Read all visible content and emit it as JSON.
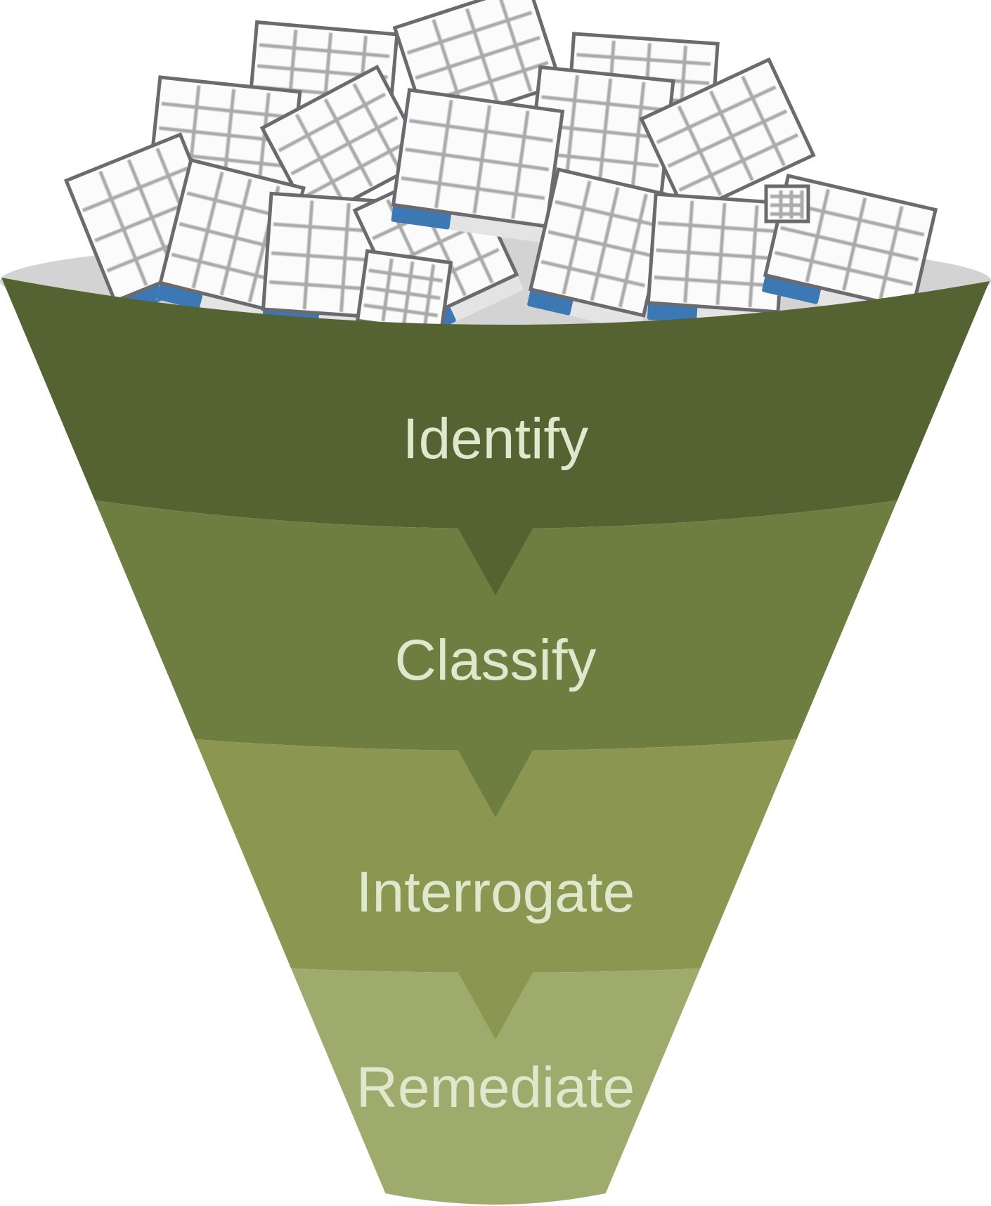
{
  "diagram": {
    "type": "funnel",
    "input_items": {
      "icon": "spreadsheet-icon",
      "count": 17,
      "colors": {
        "sheet_fill": "#fbfbfb",
        "sheet_border": "#6b6b6f",
        "grid_lines": "#aaaaaa",
        "tab_active": "#3b78b4",
        "tab_bar": "#e3e4e3"
      }
    },
    "rim_color": "#d3d3d3",
    "label_color": "#dfe8cd",
    "stages": [
      {
        "label": "Identify",
        "color": "#556332"
      },
      {
        "label": "Classify",
        "color": "#6e7d40"
      },
      {
        "label": "Interrogate",
        "color": "#8b9751"
      },
      {
        "label": "Remediate",
        "color": "#9eab6d"
      }
    ]
  }
}
